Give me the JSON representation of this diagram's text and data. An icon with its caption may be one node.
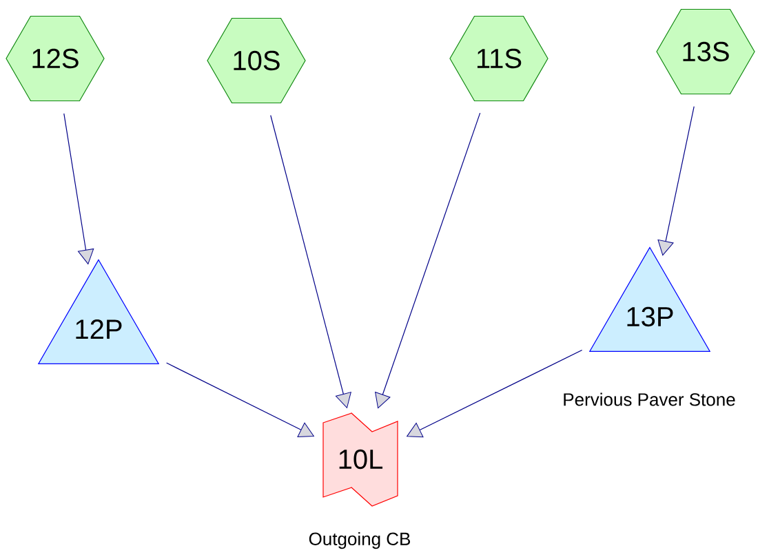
{
  "diagram": {
    "nodes": [
      {
        "text": [
          "12S"
        ]
      },
      {
        "text": [
          "10S"
        ]
      },
      {
        "text": [
          "11S"
        ]
      },
      {
        "text": [
          "13S"
        ]
      },
      {
        "text": [
          "12P"
        ]
      },
      {
        "text": [
          "13P"
        ],
        "beside": [
          "Pervious Paver Stone"
        ]
      },
      {
        "text": [
          "10L"
        ],
        "beside": [
          "Outgoing CB"
        ]
      }
    ],
    "edges": [
      {
        "from": 0,
        "to": 4,
        "arrow": "to"
      },
      {
        "from": 1,
        "to": 6,
        "arrow": "to"
      },
      {
        "from": 2,
        "to": 6,
        "arrow": "to"
      },
      {
        "from": 3,
        "to": 5,
        "arrow": "to"
      },
      {
        "from": 4,
        "to": 6,
        "arrow": "to"
      },
      {
        "from": 5,
        "to": 6,
        "arrow": "to"
      }
    ]
  }
}
